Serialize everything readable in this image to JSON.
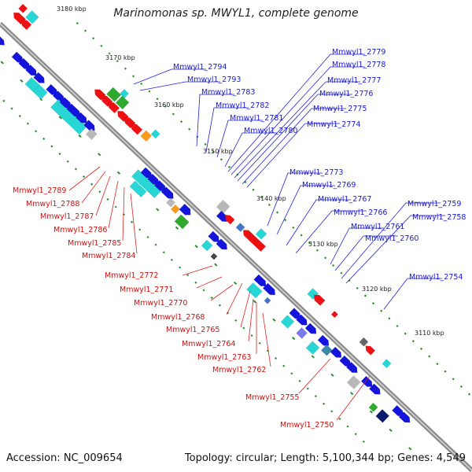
{
  "title": "Marinomonas sp. MWYL1, complete genome",
  "accession": "Accession: NC_009654",
  "topology": "Topology: circular; Length: 5,100,344 bp; Genes: 4,549",
  "colors": {
    "backbone": "#8c8c8c",
    "forward_label": "#1a1acc",
    "reverse_label": "#cc1111",
    "tick": "#2a8a2a"
  },
  "scale_labels": [
    "3180 kbp",
    "3170 kbp",
    "3160 kbp",
    "3150 kbp",
    "3140 kbp",
    "3130 kbp",
    "3120 kbp",
    "3110 kbp"
  ],
  "forward_genes": [
    "Mmwyl1_2794",
    "Mmwyl1_2793",
    "Mmwyl1_2783",
    "Mmwyl1_2782",
    "Mmwyl1_2781",
    "Mmwyl1_2780",
    "Mmwyl1_2779",
    "Mmwyl1_2778",
    "Mmwyl1_2777",
    "Mmwyl1_2776",
    "Mmwyl1_2775",
    "Mmwyl1_2774",
    "Mmwyl1_2773",
    "Mmwyl1_2769",
    "Mmwyl1_2767",
    "Mmwyl1_2766",
    "Mmwyl1_2759",
    "Mmwyl1_2758",
    "Mmwyl1_2761",
    "Mmwyl1_2760",
    "Mmwyl1_2754"
  ],
  "reverse_genes": [
    "Mmwyl1_2789",
    "Mmwyl1_2788",
    "Mmwyl1_2787",
    "Mmwyl1_2786",
    "Mmwyl1_2785",
    "Mmwyl1_2784",
    "Mmwyl1_2772",
    "Mmwyl1_2771",
    "Mmwyl1_2770",
    "Mmwyl1_2768",
    "Mmwyl1_2765",
    "Mmwyl1_2764",
    "Mmwyl1_2763",
    "Mmwyl1_2762",
    "Mmwyl1_2755",
    "Mmwyl1_2750"
  ]
}
